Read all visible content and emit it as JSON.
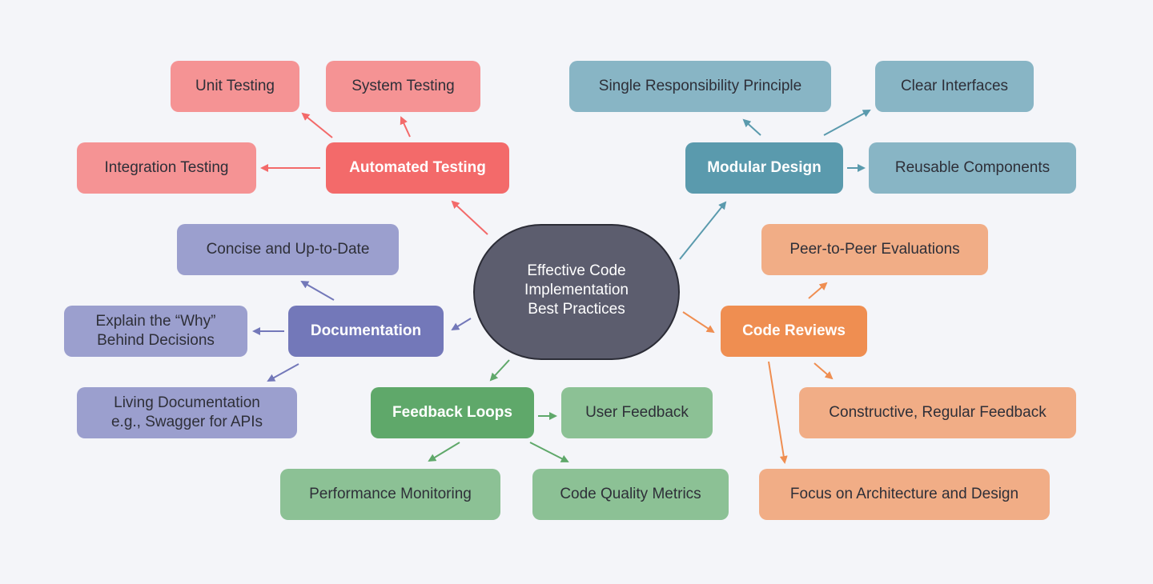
{
  "center": {
    "label": "Effective Code\nImplementation\nBest Practices",
    "color": "#5c5d6e"
  },
  "branches": {
    "automated_testing": {
      "label": "Automated Testing",
      "color": "#f36a6a",
      "child_color": "#f59394",
      "children": [
        "Unit Testing",
        "System Testing",
        "Integration Testing"
      ]
    },
    "modular_design": {
      "label": "Modular Design",
      "color": "#5a9aad",
      "child_color": "#88b5c5",
      "children": [
        "Single Responsibility Principle",
        "Clear Interfaces",
        "Reusable Components"
      ]
    },
    "documentation": {
      "label": "Documentation",
      "color": "#7378b9",
      "child_color": "#9b9fce",
      "children": [
        "Concise and Up-to-Date",
        "Explain the “Why”\nBehind Decisions",
        "Living Documentation\ne.g., Swagger for APIs"
      ]
    },
    "code_reviews": {
      "label": "Code Reviews",
      "color": "#ef8e51",
      "child_color": "#f1ad86",
      "children": [
        "Peer-to-Peer Evaluations",
        "Constructive, Regular Feedback",
        "Focus on Architecture and Design"
      ]
    },
    "feedback_loops": {
      "label": "Feedback Loops",
      "color": "#5fa86a",
      "child_color": "#8cc195",
      "children": [
        "User Feedback",
        "Performance Monitoring",
        "Code Quality Metrics"
      ]
    }
  }
}
